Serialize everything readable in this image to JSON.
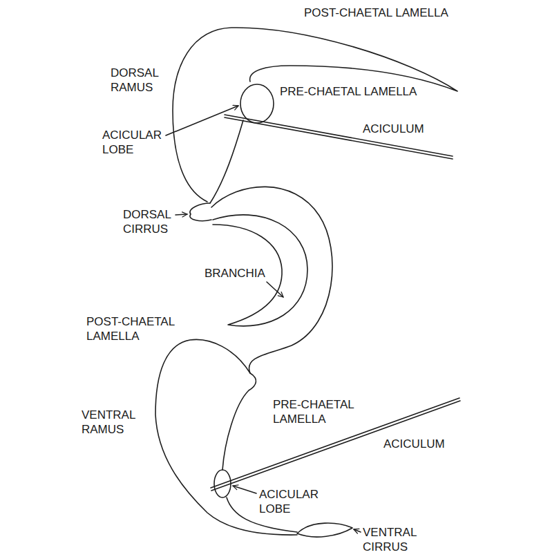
{
  "diagram": {
    "labels": [
      "POST-CHAETAL LAMELLA",
      "DORSAL RAMUS",
      "PRE-CHAETAL LAMELLA",
      "ACICULAR LOBE",
      "ACICULUM",
      "DORSAL CIRRUS",
      "BRANCHIA",
      "POST-CHAETAL LAMELLA",
      "VENTRAL RAMUS",
      "PRE-CHAETAL LAMELLA",
      "ACICULUM",
      "ACICULAR LOBE",
      "VENTRAL CIRRUS"
    ]
  }
}
